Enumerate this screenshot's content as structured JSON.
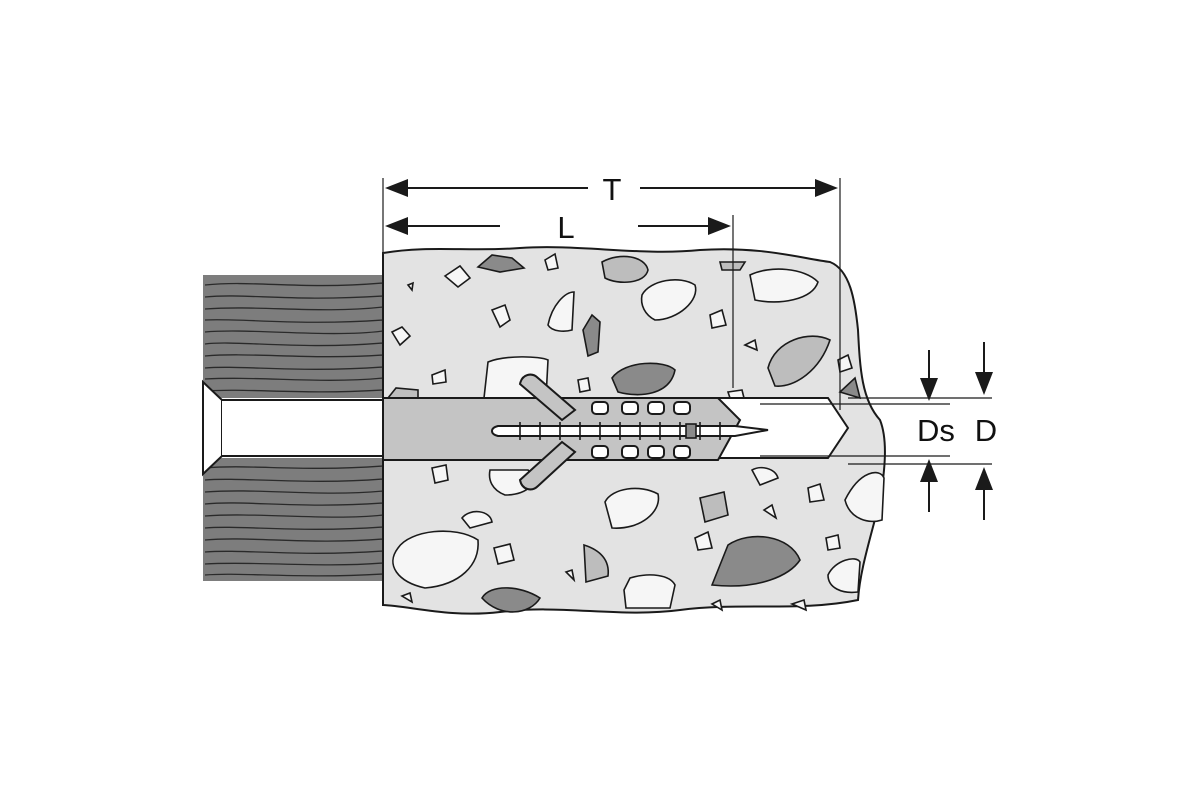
{
  "diagram": {
    "dimensions": {
      "total_depth_label": "T",
      "dowel_length_label": "L",
      "screw_diameter_label": "Ds",
      "dowel_diameter_label": "D"
    },
    "colors": {
      "outline": "#1a1a1a",
      "wood": "#7d7d7d",
      "concrete": "#e3e3e3",
      "aggregate_light": "#f6f6f6",
      "aggregate_mid": "#bdbdbd",
      "aggregate_dark": "#8a8a8a",
      "dowel": "#c4c4c4",
      "screw_hole": "#ffffff"
    }
  }
}
